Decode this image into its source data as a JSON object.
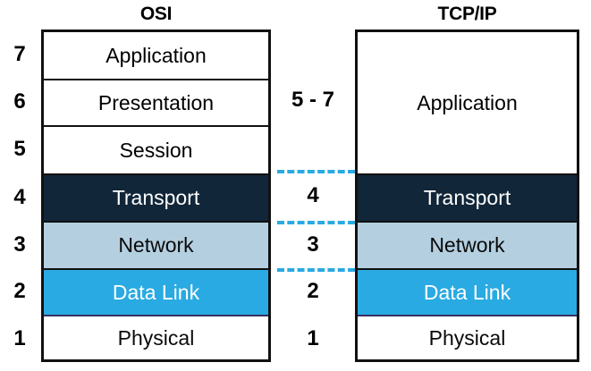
{
  "diagram": {
    "title_osi": "OSI",
    "title_tcpip": "TCP/IP",
    "colors": {
      "transport": "#112639",
      "network": "#b4cfe0",
      "data_link": "#29aae2",
      "physical": "#ffffff",
      "dash": "#29aae2",
      "border": "#111111"
    },
    "osi_layers": [
      {
        "number": "7",
        "label": "Application",
        "fill": "#ffffff"
      },
      {
        "number": "6",
        "label": "Presentation",
        "fill": "#ffffff"
      },
      {
        "number": "5",
        "label": "Session",
        "fill": "#ffffff"
      },
      {
        "number": "4",
        "label": "Transport",
        "fill": "#112639"
      },
      {
        "number": "3",
        "label": "Network",
        "fill": "#b4cfe0"
      },
      {
        "number": "2",
        "label": "Data Link",
        "fill": "#29aae2"
      },
      {
        "number": "1",
        "label": "Physical",
        "fill": "#ffffff"
      }
    ],
    "tcpip_layers": [
      {
        "label": "Application",
        "fill": "#ffffff"
      },
      {
        "label": "Transport",
        "fill": "#112639"
      },
      {
        "label": "Network",
        "fill": "#b4cfe0"
      },
      {
        "label": "Data Link",
        "fill": "#29aae2"
      },
      {
        "label": "Physical",
        "fill": "#ffffff"
      }
    ],
    "mapping": [
      {
        "text": "5 - 7"
      },
      {
        "text": "4"
      },
      {
        "text": "3"
      },
      {
        "text": "2"
      },
      {
        "text": "1"
      }
    ]
  }
}
